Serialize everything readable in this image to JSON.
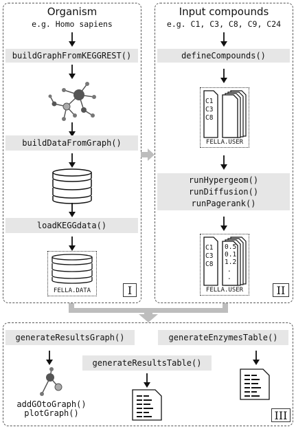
{
  "panel1": {
    "title": "Organism",
    "subtitle": "e.g. Homo sapiens",
    "step1": "buildGraphFromKEGGREST()",
    "step2": "buildDataFromGraph()",
    "step3": "loadKEGGdata()",
    "db_label": "FELLA.DATA",
    "numeral": "I"
  },
  "panel2": {
    "title": "Input compounds",
    "subtitle": "e.g. C1, C3, C8, C9, C24",
    "step1": "defineCompounds()",
    "methods": [
      "runHypergeom()",
      "runDiffusion()",
      "runPagerank()"
    ],
    "doc1_lines": [
      "C1",
      "C3",
      "C8"
    ],
    "doc1_label": "FELLA.USER",
    "doc2_lines": [
      "C1",
      "C3",
      "C8"
    ],
    "doc2_scores": [
      "0.5",
      "0.1",
      "1.2",
      ".",
      "."
    ],
    "doc2_label": "FELLA.USER",
    "numeral": "II"
  },
  "panel3": {
    "graph_fn": "generateResultsGraph()",
    "enzymes_fn": "generateEnzymesTable()",
    "table_fn": "generateResultsTable()",
    "graph_post": [
      "addGOtoGraph()",
      "plotGraph()"
    ],
    "numeral": "III"
  },
  "colors": {
    "box_fill": "#e6e6e6",
    "arrow_gray": "#bdbdbd",
    "node_dark": "#555555",
    "node_light": "#aaaaaa"
  }
}
